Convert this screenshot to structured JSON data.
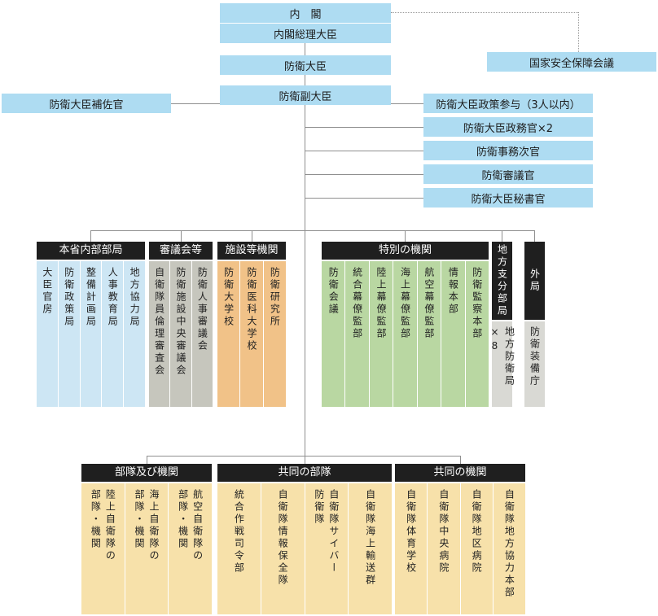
{
  "colors": {
    "box_blue": "#aedcf2",
    "header_black": "#1f1f1f",
    "col_blue": "#cde6f4",
    "col_gray": "#c6c6bd",
    "col_orange": "#f1c288",
    "col_green": "#b9d7a2",
    "col_cream": "#f7e1aa",
    "col_lightgray": "#d9d9d4"
  },
  "top": {
    "cabinet": "内　閣",
    "prime_minister": "内閣総理大臣",
    "defense_minister": "防衛大臣",
    "security_council": "国家安全保障会議",
    "aide": "防衛大臣補佐官",
    "vice_minister": "防衛副大臣",
    "officials": [
      "防衛大臣政策参与（3人以内）",
      "防衛大臣政務官×2",
      "防衛事務次官",
      "防衛審議官",
      "防衛大臣秘書官"
    ]
  },
  "sections": {
    "internal": {
      "title": "本省内部部局",
      "items": [
        "大臣官房",
        "防衛政策局",
        "整備計画局",
        "人事教育局",
        "地方協力局"
      ]
    },
    "councils": {
      "title": "審議会等",
      "items": [
        "自衛隊員倫理審査会",
        "防衛施設中央審議会",
        "防衛人事審議会"
      ]
    },
    "facilities": {
      "title": "施設等機関",
      "items": [
        "防衛大学校",
        "防衛医科大学校",
        "防衛研究所"
      ]
    },
    "special": {
      "title": "特別の機関",
      "items": [
        "防衛会議",
        "統合幕僚監部",
        "陸上幕僚監部",
        "海上幕僚監部",
        "航空幕僚監部",
        "情報本部",
        "防衛監察本部"
      ]
    },
    "regional": {
      "title": "地方支分部局",
      "item": "地方防衛局×8"
    },
    "external": {
      "title": "外局",
      "item": "防衛装備庁"
    },
    "units": {
      "title": "部隊及び機関",
      "items": [
        "陸上自衛隊の\n部隊・機関",
        "海上自衛隊の\n部隊・機関",
        "航空自衛隊の\n部隊・機関"
      ]
    },
    "joint_units": {
      "title": "共同の部隊",
      "items": [
        "統合作戦司令部",
        "自衛隊情報保全隊",
        "自衛隊サイバー\n防衛隊",
        "自衛隊海上輸送群"
      ]
    },
    "joint_orgs": {
      "title": "共同の機関",
      "items": [
        "自衛隊体育学校",
        "自衛隊中央病院",
        "自衛隊地区病院",
        "自衛隊地方協力本部"
      ]
    }
  }
}
